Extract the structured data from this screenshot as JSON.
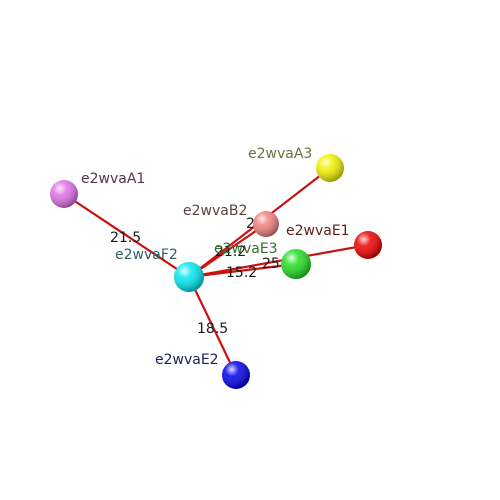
{
  "diagram": {
    "nodes": [
      {
        "id": "A1",
        "label": "e2wvaA1",
        "color": "#e070e8",
        "label_color": "#5a3050"
      },
      {
        "id": "A3",
        "label": "e2wvaA3",
        "color": "#f2f200",
        "label_color": "#707040"
      },
      {
        "id": "B2",
        "label": "e2wvaB2",
        "color": "#f08080",
        "label_color": "#604040"
      },
      {
        "id": "E1",
        "label": "e2wvaE1",
        "color": "#ee0000",
        "label_color": "#602020"
      },
      {
        "id": "E3",
        "label": "e2wvaE3",
        "color": "#22dd22",
        "label_color": "#307030"
      },
      {
        "id": "F2",
        "label": "e2wvaF2",
        "color": "#00e8f0",
        "label_color": "#306060"
      },
      {
        "id": "E2",
        "label": "e2wvaE2",
        "color": "#0000e8",
        "label_color": "#202060"
      }
    ],
    "edges": [
      {
        "from": "F2",
        "to": "A1",
        "label": "21.5"
      },
      {
        "from": "F2",
        "to": "A3",
        "label": "25.7"
      },
      {
        "from": "F2",
        "to": "B2",
        "label": "21.2"
      },
      {
        "from": "F2",
        "to": "E1",
        "label": "25"
      },
      {
        "from": "F2",
        "to": "E3",
        "label": "15.2"
      },
      {
        "from": "F2",
        "to": "E2",
        "label": "18.5"
      }
    ]
  }
}
